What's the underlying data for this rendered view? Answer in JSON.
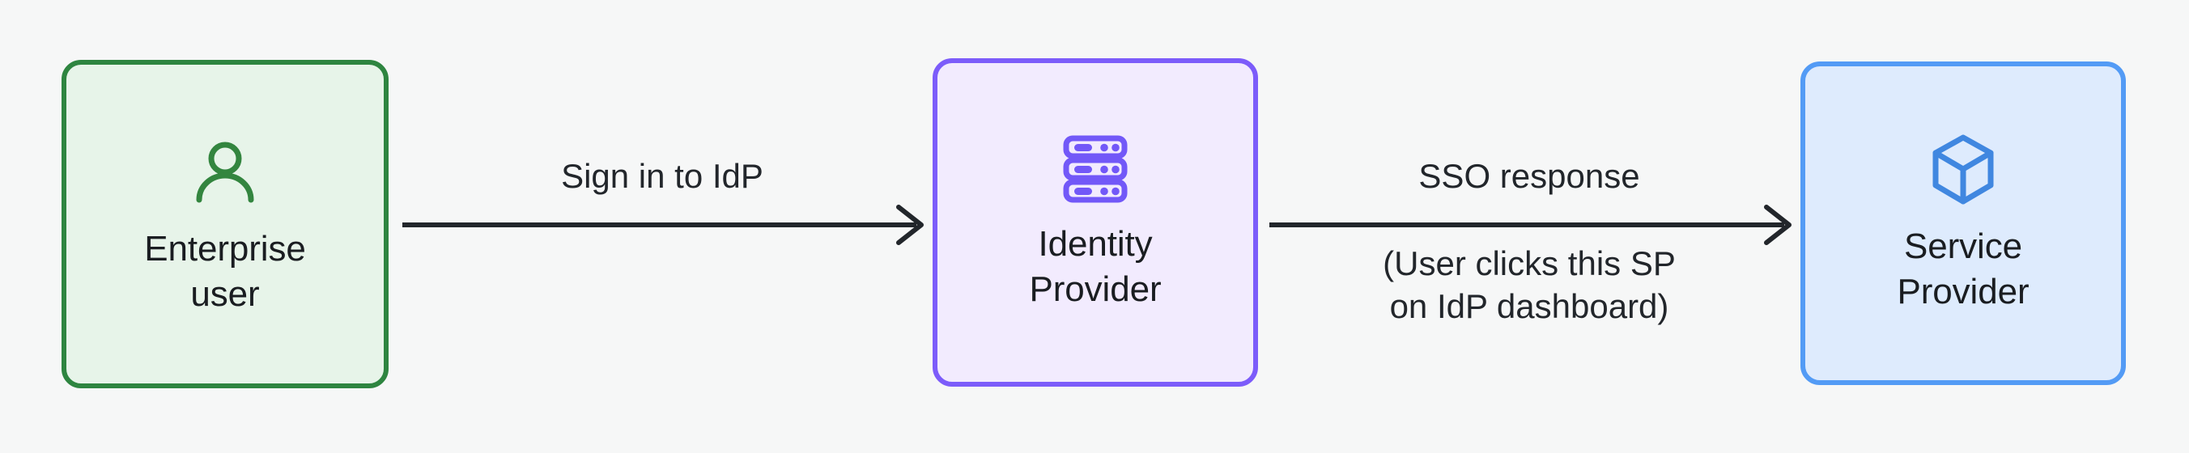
{
  "diagram": {
    "title": "SSO sign-in flow: Enterprise user to Identity Provider to Service Provider",
    "background_color": "#F6F7F7",
    "nodes": [
      {
        "id": "enterprise-user",
        "label": "Enterprise\nuser",
        "icon": "user-icon",
        "border_color": "#2E8540",
        "fill_color": "#E7F4E9",
        "icon_color": "#33853F"
      },
      {
        "id": "identity-provider",
        "label": "Identity\nProvider",
        "icon": "server-rack-icon",
        "border_color": "#7C5CFA",
        "fill_color": "#F2EBFE",
        "icon_color": "#7258F8"
      },
      {
        "id": "service-provider",
        "label": "Service\nProvider",
        "icon": "cube-icon",
        "border_color": "#539BF5",
        "fill_color": "#DEEBFD",
        "icon_color": "#4087E0"
      }
    ],
    "edges": [
      {
        "id": "edge-user-to-idp",
        "from": "enterprise-user",
        "to": "identity-provider",
        "label_above": "Sign in to IdP",
        "label_below": "",
        "color": "#22262B",
        "arrowhead": "open-arrow-right"
      },
      {
        "id": "edge-idp-to-sp",
        "from": "identity-provider",
        "to": "service-provider",
        "label_above": "SSO response",
        "label_below": "(User clicks this SP\non IdP dashboard)",
        "color": "#22262B",
        "arrowhead": "open-arrow-right"
      }
    ]
  }
}
